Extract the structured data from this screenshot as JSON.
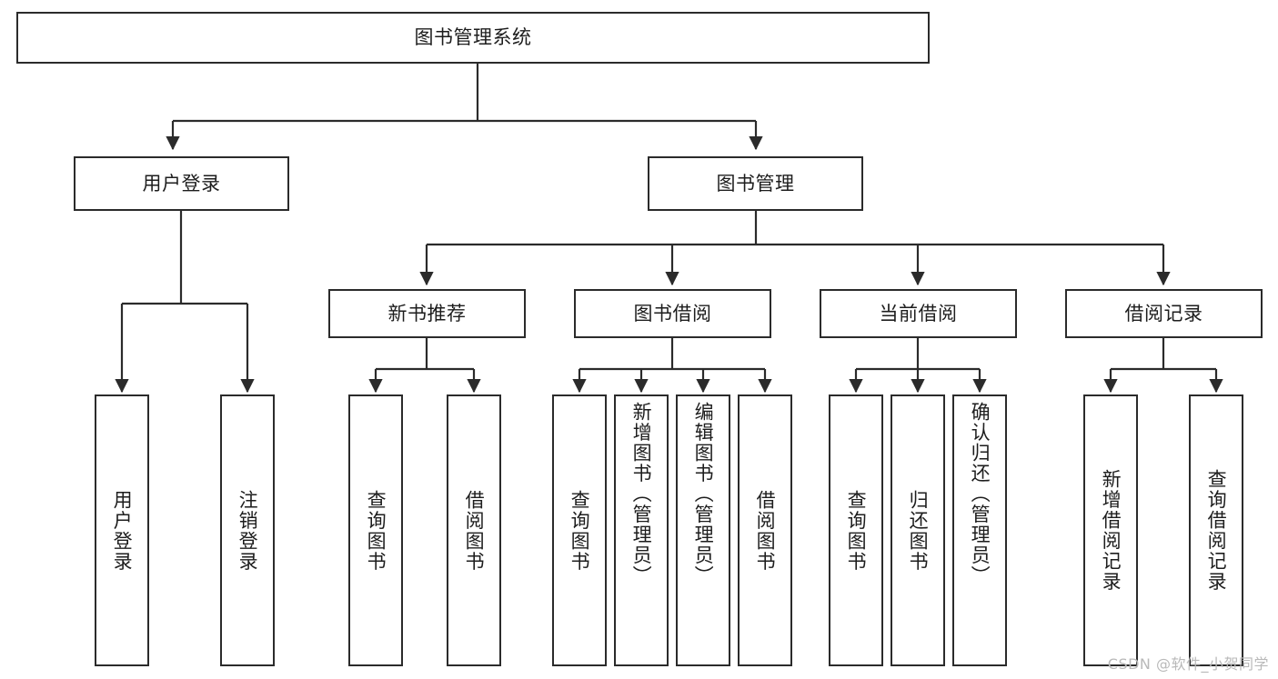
{
  "diagram": {
    "title": "图书管理系统",
    "type": "tree-hierarchy-functional-structure",
    "orientation": "top-down",
    "colors": {
      "box_border": "#2b2b2b",
      "box_fill": "#ffffff",
      "edge": "#2b2b2b",
      "background": "#ffffff",
      "watermark": "#b9b9b9"
    }
  },
  "watermark": {
    "text": "CSDN @软件_小贺同学"
  },
  "nodes": {
    "root": {
      "id": "root",
      "label": "图书管理系统",
      "level": 1,
      "orientation": "horizontal"
    },
    "l2": [
      {
        "id": "user-login",
        "label": "用户登录",
        "level": 2,
        "orientation": "horizontal"
      },
      {
        "id": "book-manage",
        "label": "图书管理",
        "level": 2,
        "orientation": "horizontal"
      }
    ],
    "l3": [
      {
        "id": "new-book-recommend",
        "label": "新书推荐",
        "level": 3,
        "orientation": "horizontal"
      },
      {
        "id": "book-borrow",
        "label": "图书借阅",
        "level": 3,
        "orientation": "horizontal"
      },
      {
        "id": "current-borrow",
        "label": "当前借阅",
        "level": 3,
        "orientation": "horizontal"
      },
      {
        "id": "borrow-record",
        "label": "借阅记录",
        "level": 3,
        "orientation": "horizontal"
      }
    ],
    "leaves": [
      {
        "id": "leaf-user-login",
        "label": "用户登录",
        "parent": "user-login",
        "orientation": "vertical",
        "align": "center"
      },
      {
        "id": "leaf-logout",
        "label": "注销登录",
        "parent": "user-login",
        "orientation": "vertical",
        "align": "center"
      },
      {
        "id": "leaf-query-book-1",
        "label": "查询图书",
        "parent": "new-book-recommend",
        "orientation": "vertical",
        "align": "center"
      },
      {
        "id": "leaf-borrow-book-1",
        "label": "借阅图书",
        "parent": "new-book-recommend",
        "orientation": "vertical",
        "align": "center"
      },
      {
        "id": "leaf-query-book-2",
        "label": "查询图书",
        "parent": "book-borrow",
        "orientation": "vertical",
        "align": "center"
      },
      {
        "id": "leaf-add-book",
        "label": "新增图书（管理员）",
        "parent": "book-borrow",
        "orientation": "vertical",
        "align": "top"
      },
      {
        "id": "leaf-edit-book",
        "label": "编辑图书（管理员）",
        "parent": "book-borrow",
        "orientation": "vertical",
        "align": "top"
      },
      {
        "id": "leaf-borrow-book-2",
        "label": "借阅图书",
        "parent": "book-borrow",
        "orientation": "vertical",
        "align": "center"
      },
      {
        "id": "leaf-query-book-3",
        "label": "查询图书",
        "parent": "current-borrow",
        "orientation": "vertical",
        "align": "center"
      },
      {
        "id": "leaf-return-book",
        "label": "归还图书",
        "parent": "current-borrow",
        "orientation": "vertical",
        "align": "center"
      },
      {
        "id": "leaf-confirm-return",
        "label": "确认归还（管理员）",
        "parent": "current-borrow",
        "orientation": "vertical",
        "align": "top"
      },
      {
        "id": "leaf-add-record",
        "label": "新增借阅记录",
        "parent": "borrow-record",
        "orientation": "vertical",
        "align": "center"
      },
      {
        "id": "leaf-query-record",
        "label": "查询借阅记录",
        "parent": "borrow-record",
        "orientation": "vertical",
        "align": "center"
      }
    ]
  }
}
